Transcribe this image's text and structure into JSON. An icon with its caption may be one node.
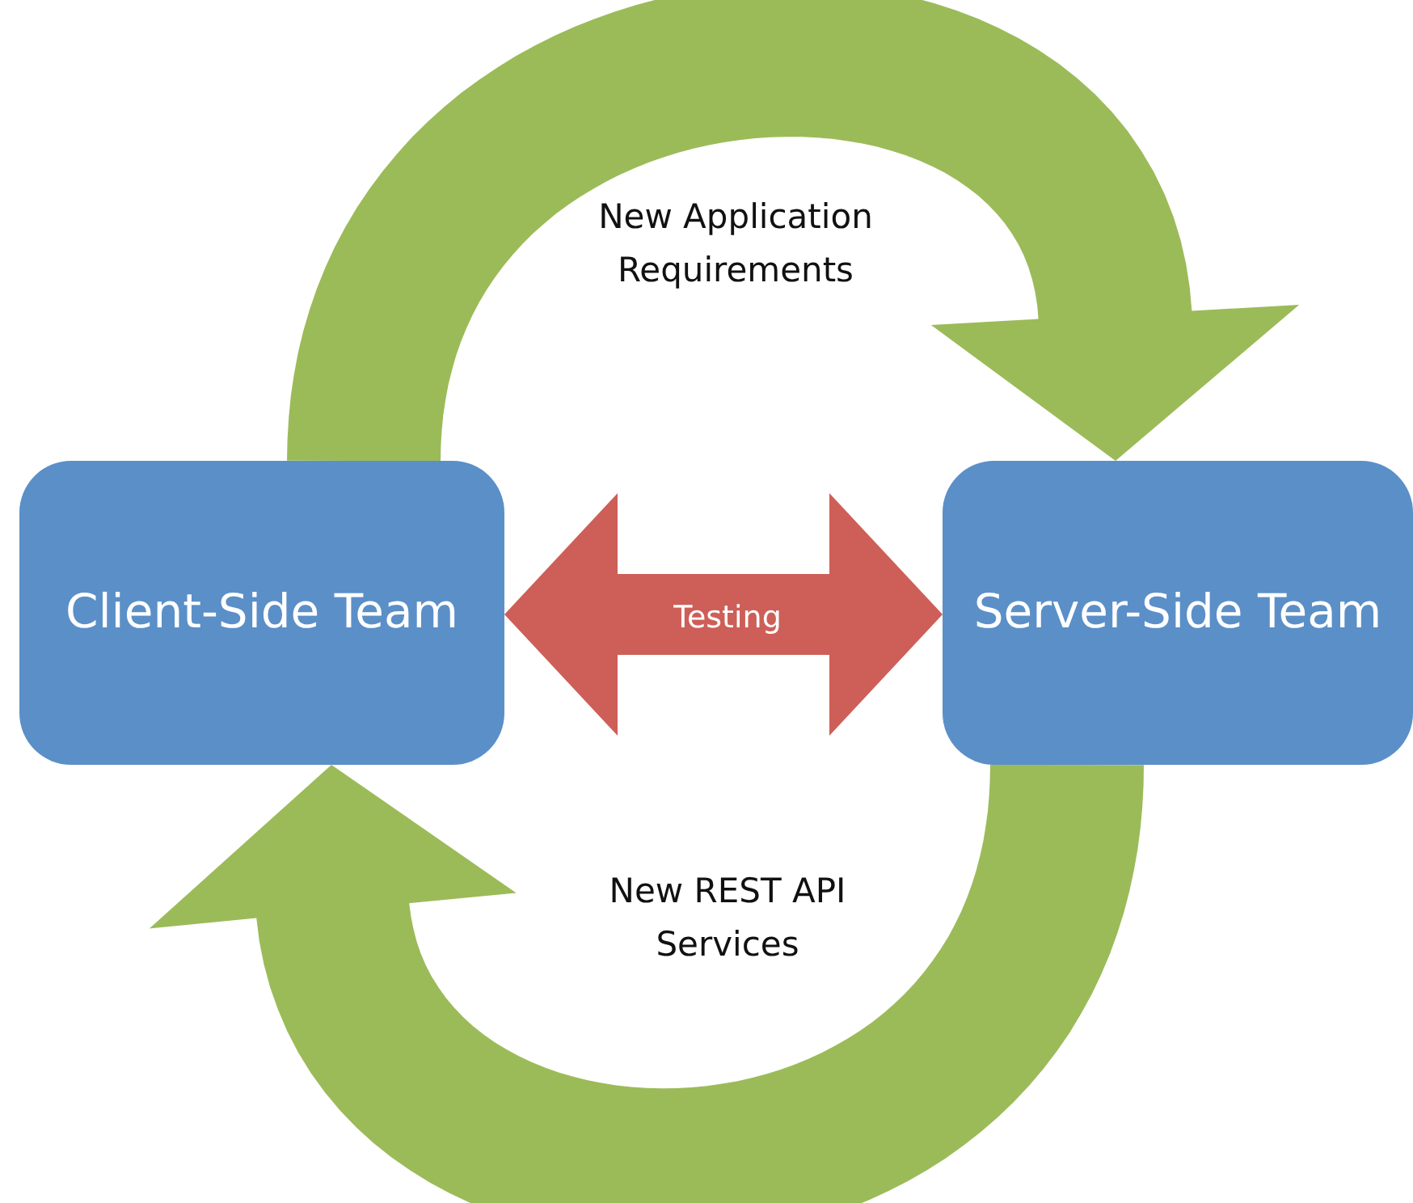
{
  "diagram": {
    "nodes": [
      {
        "text": [
          "Client-Side Team"
        ]
      },
      {
        "text": [
          "Server-Side Team"
        ]
      }
    ],
    "edges": [
      {
        "from": 0,
        "to": 1,
        "arrow": "to",
        "label": "New Application Requirements",
        "style": "thick",
        "color": "#9bbb59"
      },
      {
        "from": 1,
        "to": 0,
        "arrow": "to",
        "label": "New REST API Services",
        "style": "thick",
        "color": "#9bbb59"
      },
      {
        "from": 0,
        "to": 1,
        "arrow": "both",
        "label": "Testing",
        "style": "thick",
        "color": "#cd5f58"
      }
    ]
  }
}
